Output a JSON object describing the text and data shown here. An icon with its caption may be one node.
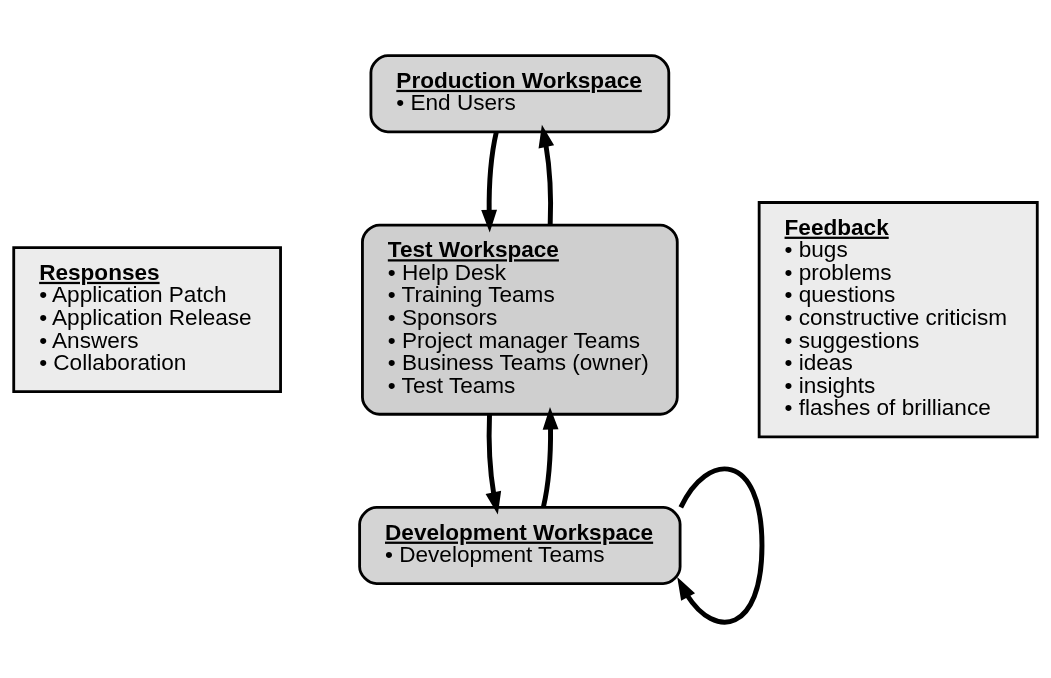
{
  "diagram": {
    "nodes": [
      {
        "text": [
          "Production Workspace",
          "• End Users"
        ]
      },
      {
        "text": [
          "Responses",
          "• Application Patch",
          "• Application Release",
          "• Answers",
          "• Collaboration"
        ]
      },
      {
        "text": [
          "Test Workspace",
          "• Help Desk",
          "• Training Teams",
          "• Sponsors",
          "• Project manager Teams",
          "• Business Teams (owner)",
          "• Test Teams"
        ]
      },
      {
        "text": [
          "Feedback",
          "• bugs",
          "• problems",
          "• questions",
          "• constructive criticism",
          "• suggestions",
          "• ideas",
          "• insights",
          "• flashes of brilliance"
        ]
      },
      {
        "text": [
          "Development Workspace",
          "• Development Teams"
        ]
      }
    ],
    "edges": [
      {
        "from": 2,
        "to": 0,
        "arrow": "to"
      },
      {
        "from": 0,
        "to": 2,
        "arrow": "to"
      },
      {
        "from": 2,
        "to": 4,
        "arrow": "to"
      },
      {
        "from": 4,
        "to": 2,
        "arrow": "to"
      },
      {
        "from": 4,
        "to": 4,
        "arrow": "to"
      }
    ]
  }
}
